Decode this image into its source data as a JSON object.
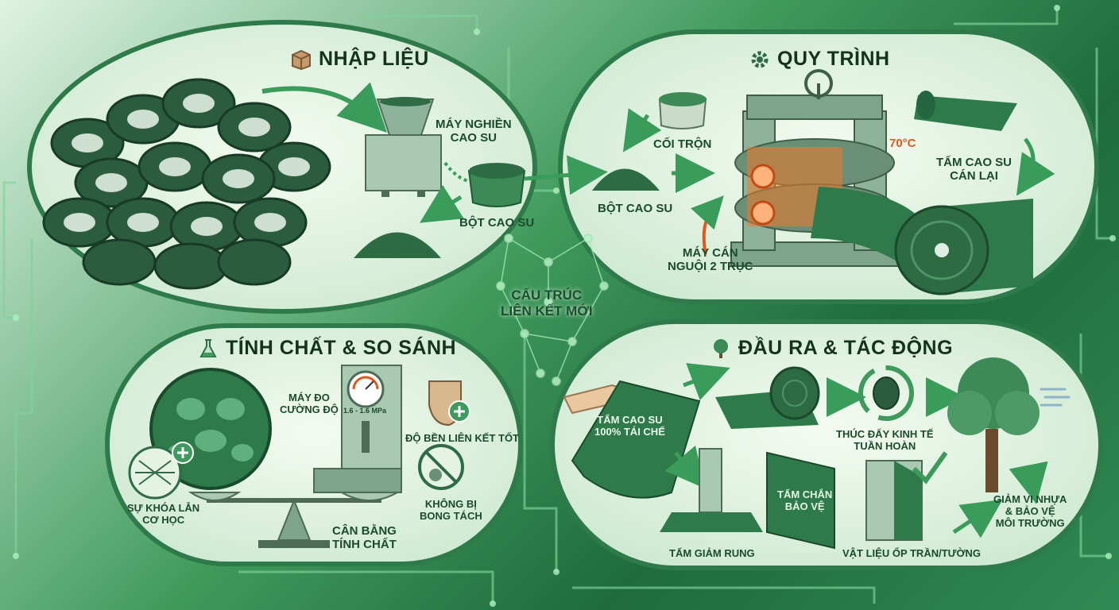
{
  "sections": {
    "input": {
      "title": "NHẬP LIỆU",
      "icon": "box-icon",
      "labels": {
        "crusher": "MÁY NGHIỀN\nCAO SU",
        "powder": "BỘT CAO SU"
      }
    },
    "process": {
      "title": "QUY TRÌNH",
      "icon": "gear-icon",
      "labels": {
        "mixer": "CỐI TRỘN",
        "powder": "BỘT CAO SU",
        "temperature": "70°C",
        "sheet": "TẤM CAO SU\nCÁN LẠI",
        "roller": "MÁY CÁN\nNGUỘI 2 TRỤC"
      }
    },
    "center": {
      "label": "CẤU TRÚC\nLIÊN KẾT MỚI"
    },
    "properties": {
      "title": "TÍNH CHẤT & SO SÁNH",
      "icon": "flask-icon",
      "labels": {
        "tester": "MÁY ĐO\nCƯỜNG ĐỘ",
        "gauge": "1.6 - 1.6 MPa",
        "bond": "ĐỘ BỀN LIÊN KẾT TỐT",
        "interlock": "SỰ KHÓA LẪN\nCƠ HỌC",
        "no_peel": "KHÔNG BỊ\nBONG TÁCH",
        "balance": "CÂN BẰNG\nTÍNH CHẤT"
      }
    },
    "output": {
      "title": "ĐẦU RA & TÁC ĐỘNG",
      "icon": "tree-icon",
      "labels": {
        "recycled_sheet": "TẤM CAO SU\n100% TÁI CHẾ",
        "circular": "THÚC ĐẨY KINH TẾ\nTUẦN HOÀN",
        "vibration": "TẤM GIẢM RUNG",
        "shield": "TẤM CHẮN\nBẢO VỆ",
        "cladding": "VẬT LIỆU ỐP TRẦN/TƯỜNG",
        "environment": "GIẢM VI NHỰA\n& BẢO VỆ\nMÔI TRƯỜNG"
      }
    }
  },
  "colors": {
    "rubber": "#2f6b45",
    "panel": "#e8f5e6",
    "accent_hot": "#e2571c",
    "arrow": "#3a9c5a"
  }
}
